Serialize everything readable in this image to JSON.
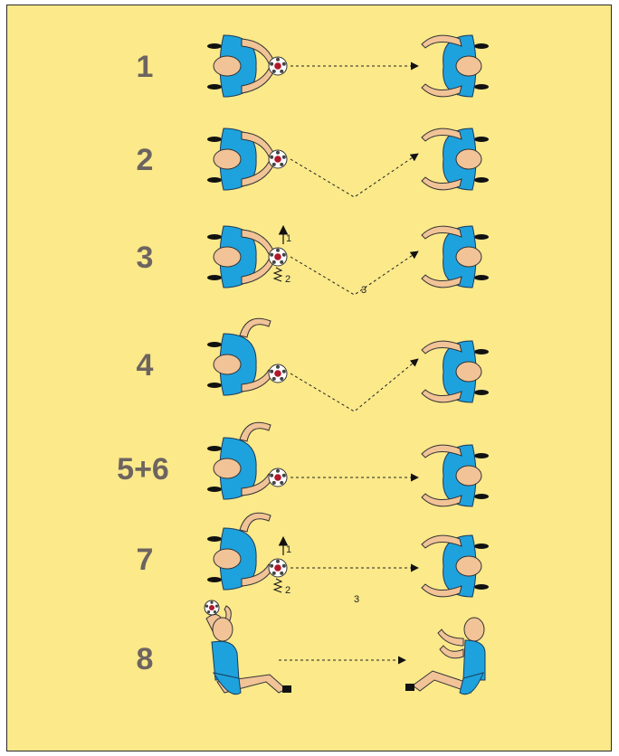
{
  "drill": {
    "steps": [
      {
        "id": "1",
        "label": "1",
        "variant": "two-hands-chest",
        "pass": "direct"
      },
      {
        "id": "2",
        "label": "2",
        "variant": "two-hands-chest",
        "pass": "bounce"
      },
      {
        "id": "3",
        "label": "3",
        "variant": "two-hands-step",
        "pass": "bounce",
        "marks": [
          "1",
          "2",
          "3"
        ]
      },
      {
        "id": "4",
        "label": "4",
        "variant": "one-hand",
        "pass": "bounce"
      },
      {
        "id": "5-6",
        "label": "5+6",
        "variant": "one-hand",
        "pass": "direct"
      },
      {
        "id": "7",
        "label": "7",
        "variant": "one-hand-step",
        "pass": "direct",
        "marks": [
          "1",
          "2",
          "3"
        ]
      },
      {
        "id": "8",
        "label": "8",
        "variant": "seated-overhead",
        "pass": "direct"
      }
    ]
  },
  "colors": {
    "background": "#fbe98a",
    "shirt": "#1ea2dd",
    "skin": "#f1c397",
    "number": "#6d6460",
    "ball_accent": "#b0182b"
  }
}
